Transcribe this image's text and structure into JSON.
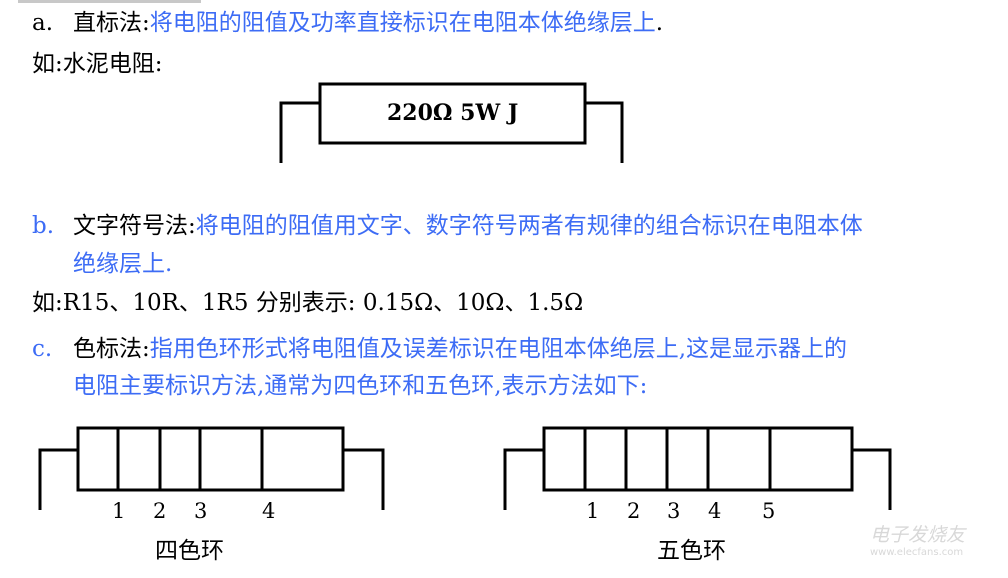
{
  "a": {
    "label": "a.",
    "term": "直标法:",
    "desc": "将电阻的阻值及功率直接标识在电阻本体绝缘层上",
    "end": ".",
    "example": "如:水泥电阻:",
    "resistor_marking": "220Ω  5W J"
  },
  "b": {
    "label": "b.",
    "term": "文字符号法:",
    "desc1": "将电阻的阻值用文字、数字符号两者有规律的组合标识在电阻本体",
    "desc2": "绝缘层上.",
    "example": "如:R15、10R、1R5 分别表示: 0.15Ω、10Ω、1.5Ω"
  },
  "c": {
    "label": "c.",
    "term": "色标法:",
    "desc1": "指用色环形式将电阻值及误差标识在电阻本体绝层上,这是显示器上的",
    "desc2": "电阻主要标识方法,通常为四色环和五色环,表示方法如下:"
  },
  "four_band": {
    "numbers": [
      "1",
      "2",
      "3",
      "4"
    ],
    "caption": "四色环"
  },
  "five_band": {
    "numbers": [
      "1",
      "2",
      "3",
      "4",
      "5"
    ],
    "caption": "五色环"
  },
  "watermark": {
    "text": "电子发烧友",
    "url": "www.elecfans.com"
  },
  "colors": {
    "accent": "#3d6cf5"
  }
}
